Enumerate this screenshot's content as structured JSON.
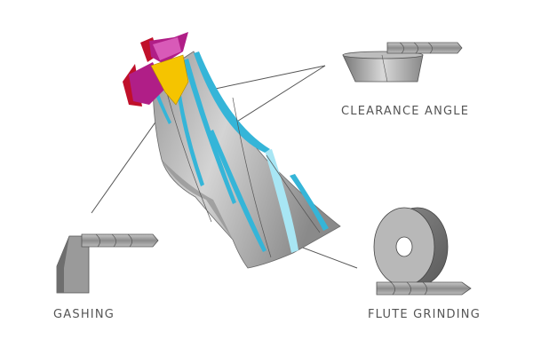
{
  "labels": {
    "clearance_angle": "CLEARANCE ANGLE",
    "gashing": "GASHING",
    "flute_grinding": "FLUTE GRINDING"
  },
  "colors": {
    "tool_body": "#b9b9b9",
    "tool_shade": "#8e8e8e",
    "flute_cyan": "#35b5d8",
    "flute_light": "#a8e6f4",
    "insert_magenta": "#b01e87",
    "insert_pink": "#d85ab8",
    "insert_yellow": "#f5c400",
    "insert_red": "#c0102a",
    "leader_line": "#555555",
    "label_text": "#555555"
  }
}
